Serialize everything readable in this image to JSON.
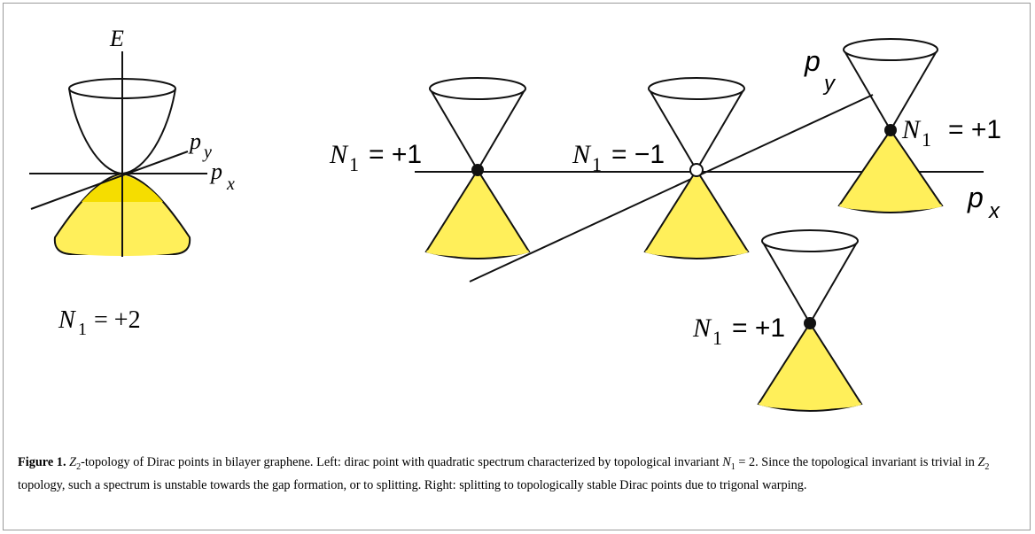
{
  "left_panel": {
    "energy_axis": "E",
    "py_main": "p",
    "py_sub": "y",
    "px_main": "p",
    "px_sub": "x",
    "invariant_N": "N",
    "invariant_sub": "1",
    "invariant_value": "= +2"
  },
  "right_panel": {
    "py_main": "p",
    "py_sub": "y",
    "px_main": "p",
    "px_sub": "x",
    "points": [
      {
        "N": "N",
        "sub": "1",
        "value": "= +1",
        "type": "filled"
      },
      {
        "N": "N",
        "sub": "1",
        "value": "= −1",
        "type": "open"
      },
      {
        "N": "N",
        "sub": "1",
        "value": "= +1",
        "type": "filled"
      },
      {
        "N": "N",
        "sub": "1",
        "value": "= +1",
        "type": "filled"
      }
    ]
  },
  "caption": {
    "label": "Figure 1.",
    "z": "Z",
    "z_sub": "2",
    "part1": "-topology of Dirac points in bilayer graphene. Left: dirac point with quadratic spectrum characterized by topological invariant ",
    "n": "N",
    "n_sub": "1",
    "eq": " = 2. Since the topological invariant is trivial in ",
    "part2": " topology, such a spectrum is unstable towards the gap formation, or to splitting. Right: splitting to topologically stable Dirac points due to trigonal warping."
  },
  "colors": {
    "cone_fill": "#ffef5a",
    "cone_dark": "#f5dd00",
    "line": "#111111"
  }
}
